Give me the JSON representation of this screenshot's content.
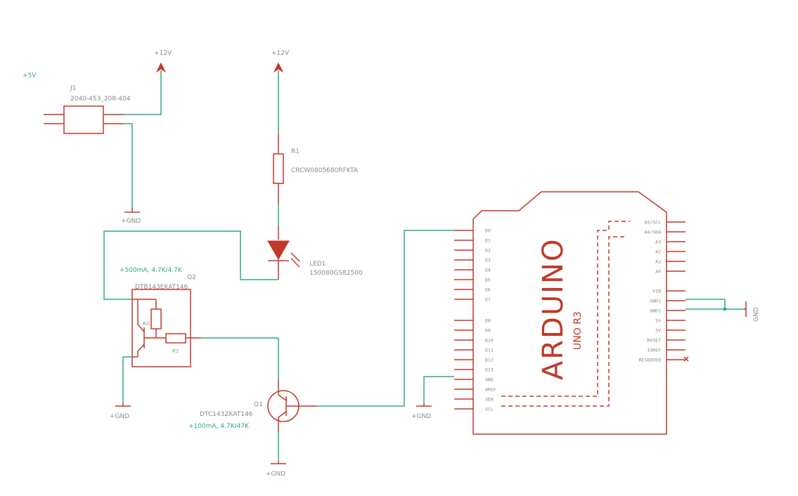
{
  "net_label_left": "+5V",
  "power": {
    "v12_a": "+12V",
    "v12_b": "+12V",
    "gnd_j1": "+GND",
    "gnd_q2": "+GND",
    "gnd_q1": "+GND",
    "gnd_ard": "+GND",
    "gnd_right": "GND"
  },
  "j1": {
    "ref": "J1",
    "value": "2040-453_208-404"
  },
  "r1": {
    "ref": "R1",
    "value": "CRCW0805680RFKTA"
  },
  "led1": {
    "ref": "LED1",
    "value": "150080GS82500"
  },
  "q2": {
    "ref": "Q2",
    "value": "DTB143EKAT146",
    "note": "+500mA, 4.7K/4.7K",
    "inner_r2": "R2",
    "inner_r1": "R1"
  },
  "q1": {
    "ref": "Q1",
    "value": "DTC143ZKAT146",
    "note": "+100mA, 4.7K/47K"
  },
  "arduino": {
    "brand": "ARDUINO",
    "model": "UNO R3",
    "left_pins": [
      "D0",
      "D1",
      "D2",
      "D3",
      "D4",
      "D5",
      "D6",
      "D7",
      "D8",
      "D9",
      "D10",
      "D11",
      "D12",
      "D13",
      "GND",
      "AREF",
      "SDA",
      "SCL"
    ],
    "right_pins": [
      "A5/SCL",
      "A4/SDA",
      "A3",
      "A2",
      "A1",
      "A0",
      "VIN",
      "GND1",
      "GND2",
      "5V",
      "3V",
      "RESET",
      "IOREF",
      "RESERVED"
    ]
  },
  "colors": {
    "symbol": "#c0392b",
    "wire": "#2eaa7e",
    "label": "#8a8a8a"
  }
}
